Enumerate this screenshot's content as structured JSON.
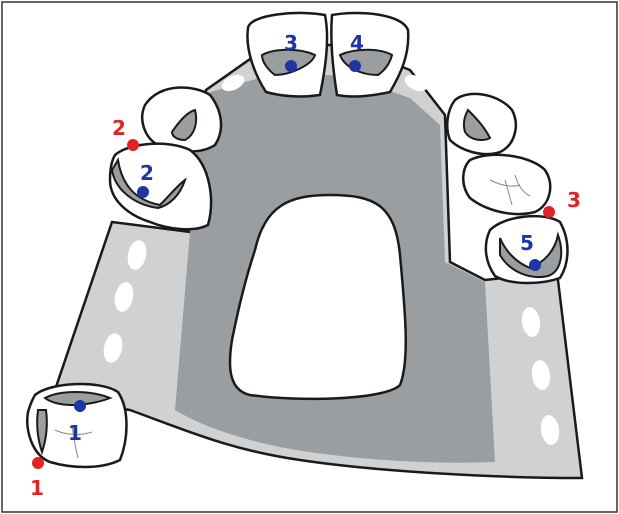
{
  "colors": {
    "outline": "#1a1a1a",
    "base_dark": "#9b9ea1",
    "base_light": "#cfd1d3",
    "hole": "#ffffff",
    "tooth": "#ffffff",
    "marker_blue": "#1f35a6",
    "marker_red": "#e02323"
  },
  "labels": {
    "rest_1": "1",
    "rest_2": "2",
    "rest_3": "3",
    "rest_4": "4",
    "rest_5": "5",
    "terminal_1": "1",
    "terminal_2": "2",
    "terminal_3": "3"
  }
}
